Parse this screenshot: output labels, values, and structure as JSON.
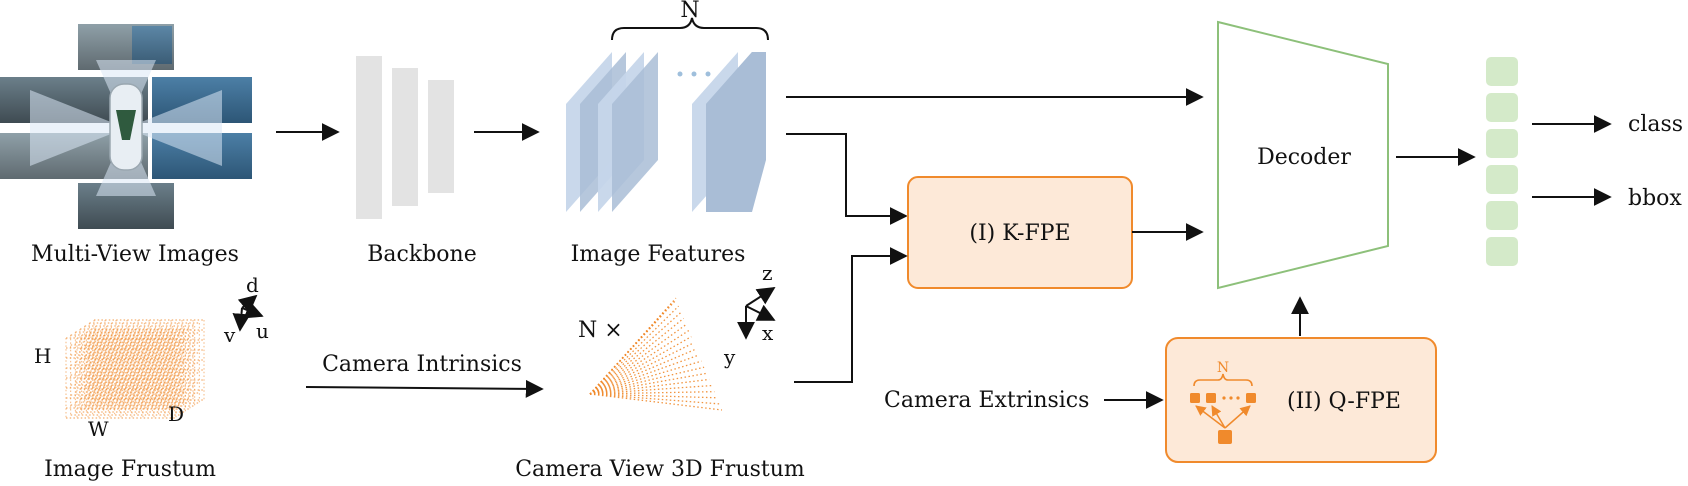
{
  "labels": {
    "multi_view_images": "Multi-View Images",
    "backbone": "Backbone",
    "image_features": "Image Features",
    "n_brace": "N",
    "image_frustum": "Image Frustum",
    "camera_view_frustum": "Camera View 3D Frustum",
    "camera_intrinsics": "Camera Intrinsics",
    "camera_extrinsics": "Camera Extrinsics",
    "n_times": "N ×",
    "k_fpe": "(I) K-FPE",
    "q_fpe": "(II) Q-FPE",
    "q_fpe_n": "N",
    "decoder": "Decoder",
    "class": "class",
    "bbox": "bbox"
  },
  "axes_image": {
    "d": "d",
    "u": "u",
    "v": "v"
  },
  "axes_camera": {
    "z": "z",
    "x": "x",
    "y": "y"
  },
  "frustum_dims": {
    "h": "H",
    "w": "W",
    "d": "D"
  },
  "colors": {
    "orange": "#f08a2c",
    "orange_fill": "#fde9d8",
    "green": "#8dc07a",
    "green_fill": "#d4eac9",
    "feature_blue": "#c6d6ea",
    "feature_blue_dark": "#a9bdd6",
    "backbone_gray": "#e3e3e3"
  },
  "query_tokens": 6
}
